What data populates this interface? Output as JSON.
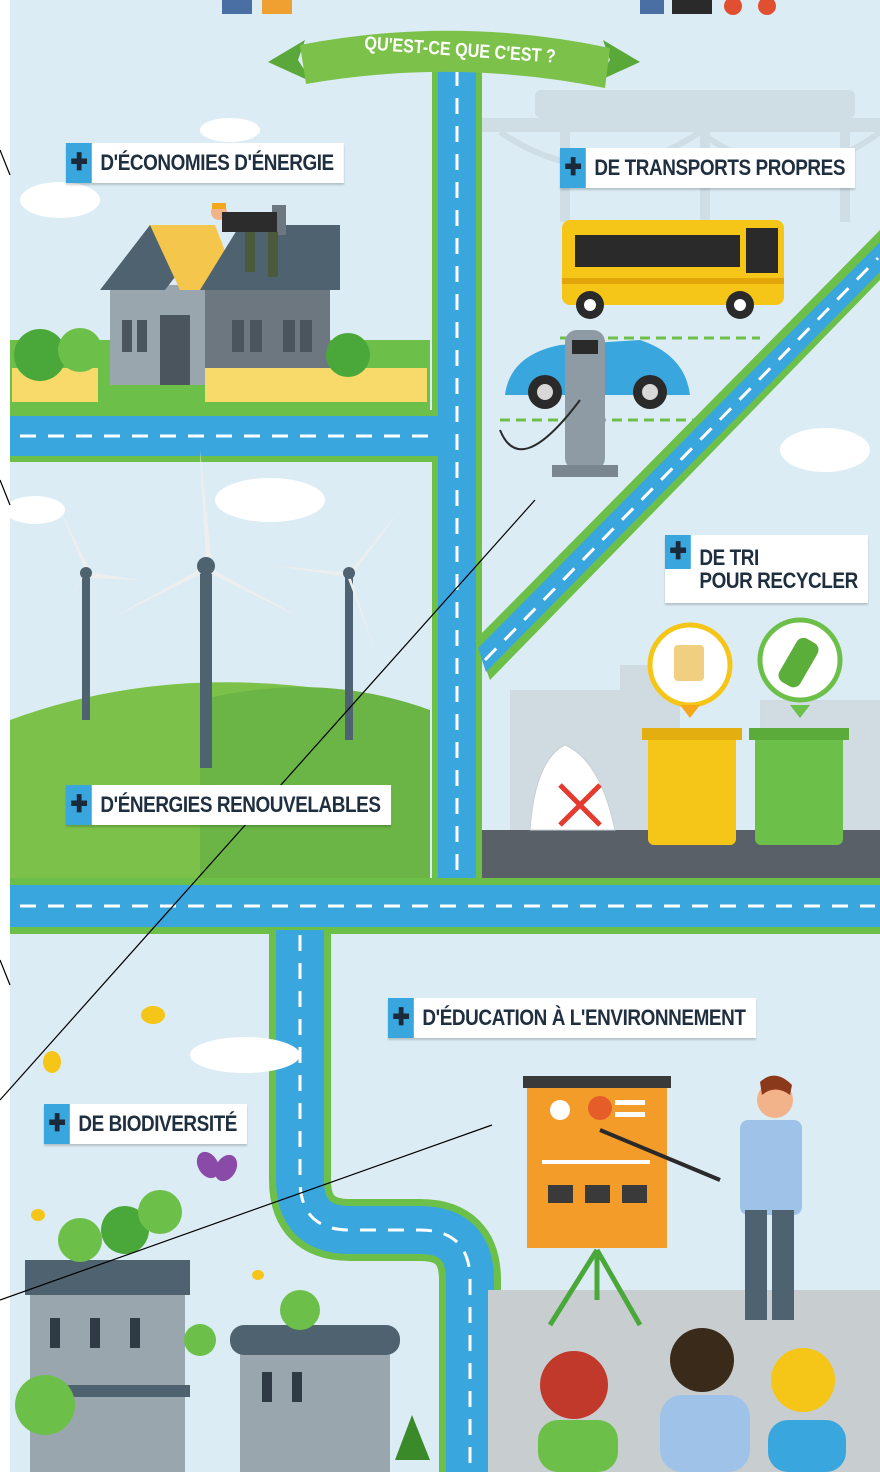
{
  "banner": {
    "title": "QU'EST-CE QUE C'EST ?"
  },
  "labels": {
    "economies": "D'ÉCONOMIES D'ÉNERGIE",
    "transports": "DE TRANSPORTS PROPRES",
    "tri_line1": "DE TRI",
    "tri_line2": "POUR RECYCLER",
    "energies": "D'ÉNERGIES RENOUVELABLES",
    "education": "D'ÉDUCATION À L'ENVIRONNEMENT",
    "biodiversite": "DE BIODIVERSITÉ"
  },
  "colors": {
    "background": "#dcecf4",
    "road": "#3aa6de",
    "road_edge": "#6cc04a",
    "grass": "#6cc04a",
    "banner": "#7cc24a",
    "bus": "#f5c518",
    "bin_yellow": "#f5c518",
    "bin_green": "#6cc04a",
    "board": "#f39c2a"
  }
}
